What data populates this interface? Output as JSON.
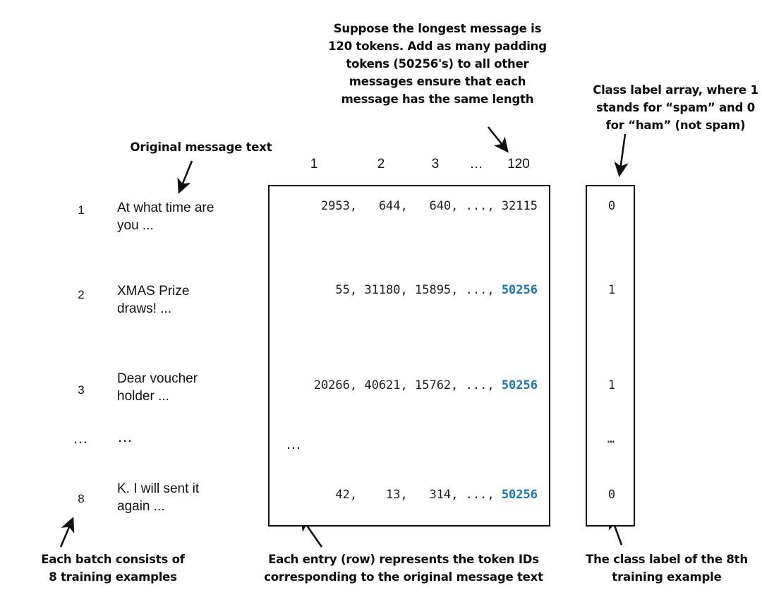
{
  "annotations": {
    "padding_note": "Suppose the longest message is\n120 tokens. Add as many padding\ntokens (50256's) to all other\nmessages ensure that each\nmessage has the same length",
    "class_label_note": "Class label array, where 1\nstands for “spam” and 0\nfor “ham” (not spam)",
    "original_message_text": "Original message text",
    "batch_note": "Each batch consists of\n8 training examples",
    "entry_note": "Each entry (row) represents the token IDs\ncorresponding to the original message text",
    "class_label_8th_note": "The class label of the 8th\ntraining example"
  },
  "column_headers": [
    "1",
    "2",
    "3",
    "…",
    "120"
  ],
  "rows": [
    {
      "index": "1",
      "message": "At what time are\nyou ...",
      "tokens": "2953,   644,   640, ..., ",
      "tokens_tail": "32115",
      "tail_is_pad": false,
      "label": "0"
    },
    {
      "index": "2",
      "message": "XMAS Prize\ndraws!  ...",
      "tokens": "  55, 31180, 15895, ..., ",
      "tokens_tail": "50256",
      "tail_is_pad": true,
      "label": "1"
    },
    {
      "index": "3",
      "message": "Dear voucher\nholder ...",
      "tokens": "20266, 40621, 15762, ..., ",
      "tokens_tail": "50256",
      "tail_is_pad": true,
      "label": "1"
    },
    {
      "index": "…",
      "message": "…",
      "tokens": "…",
      "tokens_tail": "",
      "tail_is_pad": false,
      "label": "…"
    },
    {
      "index": "8",
      "message": "K. I will sent it\nagain ...",
      "tokens": "  42,    13,   314, ..., ",
      "tokens_tail": "50256",
      "tail_is_pad": true,
      "label": "0"
    }
  ],
  "colors": {
    "padding_token": "#1676b0",
    "ink": "#111111",
    "background": "#ffffff"
  }
}
